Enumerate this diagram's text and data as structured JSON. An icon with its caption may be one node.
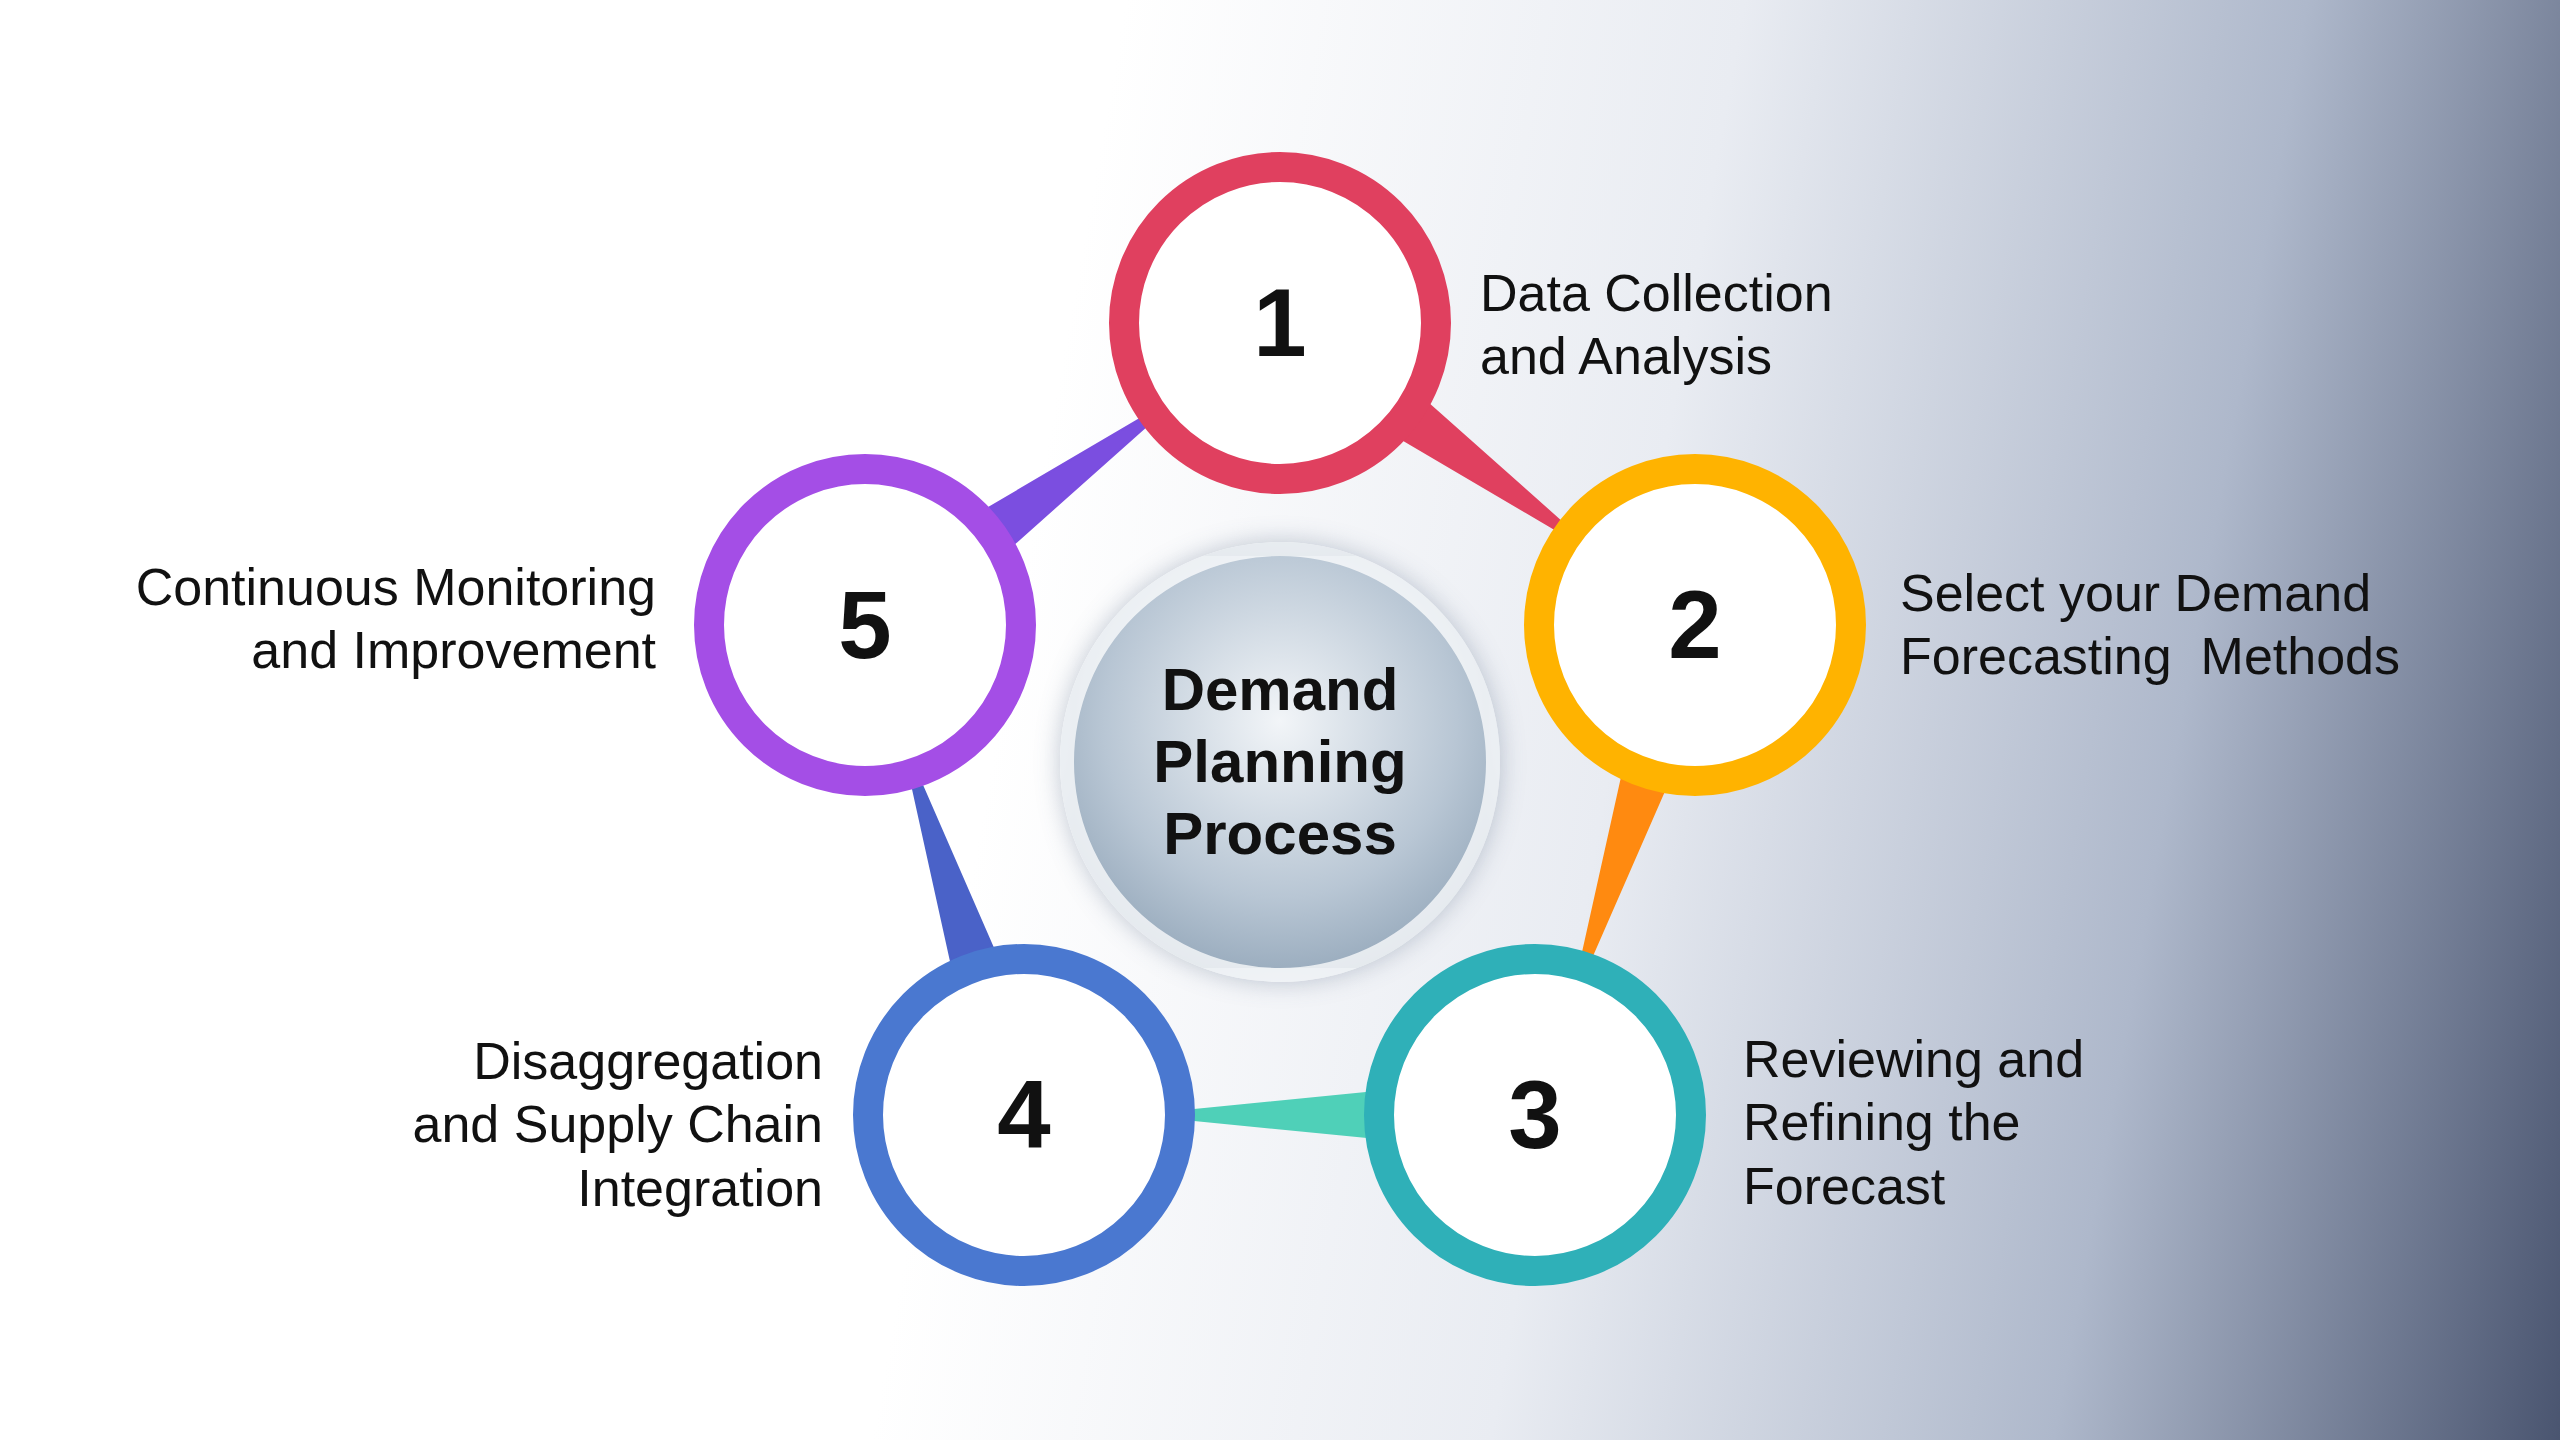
{
  "diagram": {
    "nodes": [
      {
        "text": [
          "Demand Planning Process"
        ]
      },
      {
        "text": [
          "1"
        ],
        "beside": [
          "Data Collection and Analysis"
        ]
      },
      {
        "text": [
          "2"
        ],
        "beside": [
          "Select your Demand Forecasting  Methods"
        ]
      },
      {
        "text": [
          "3"
        ],
        "beside": [
          "Reviewing and Refining the Forecast"
        ]
      },
      {
        "text": [
          "4"
        ],
        "beside": [
          "Disaggregation and Supply Chain Integration"
        ]
      },
      {
        "text": [
          "5"
        ],
        "beside": [
          "Continuous Monitoring and Improvement"
        ]
      }
    ],
    "edges": [
      {
        "from": 1,
        "to": 2,
        "arrow": "none",
        "color": "#e0405f"
      },
      {
        "from": 2,
        "to": 3,
        "arrow": "none",
        "color": "#ff8a10"
      },
      {
        "from": 3,
        "to": 4,
        "arrow": "none",
        "color": "#4fd0b8"
      },
      {
        "from": 4,
        "to": 5,
        "arrow": "none",
        "color": "#4a62c8"
      },
      {
        "from": 5,
        "to": 1,
        "arrow": "none",
        "color": "#7b4ee0"
      }
    ]
  }
}
